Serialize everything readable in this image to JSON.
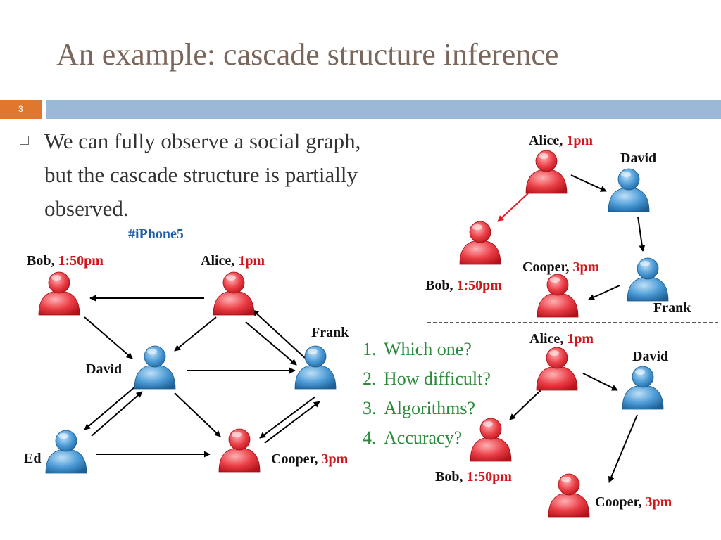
{
  "title": "An example: cascade structure inference",
  "slide_number": "3",
  "bullet": "We can fully observe a social graph, but the cascade structure is partially observed.",
  "hashtag": "#iPhone5",
  "questions": [
    {
      "num": "1.",
      "text": "Which one?"
    },
    {
      "num": "2.",
      "text": "How difficult?"
    },
    {
      "num": "3.",
      "text": "Algorithms?"
    },
    {
      "num": "4.",
      "text": "Accuracy?"
    }
  ],
  "divider": "- - - - - - - - - - - - - - - - - - - - - - - - - - - - - - - - - - - -",
  "colors": {
    "infected": "#e8323a",
    "uninfected": "#3f93d1",
    "time": "#d0161c",
    "red_arrow": "#e01b24",
    "question_text": "#2a8a3a",
    "hashtag": "#1d5ea8"
  },
  "graph": {
    "nodes": [
      {
        "id": "bob",
        "name": "Bob,",
        "time": "1:50pm",
        "infected": true
      },
      {
        "id": "alice",
        "name": "Alice,",
        "time": "1pm",
        "infected": true
      },
      {
        "id": "david",
        "name": "David",
        "time": "",
        "infected": false
      },
      {
        "id": "frank",
        "name": "Frank",
        "time": "",
        "infected": false
      },
      {
        "id": "ed",
        "name": "Ed",
        "time": "",
        "infected": false
      },
      {
        "id": "cooper",
        "name": "Cooper,",
        "time": "3pm",
        "infected": true
      }
    ],
    "edges": [
      {
        "from": "alice",
        "to": "bob"
      },
      {
        "from": "bob",
        "to": "david"
      },
      {
        "from": "alice",
        "to": "david"
      },
      {
        "from": "alice",
        "to": "frank"
      },
      {
        "from": "frank",
        "to": "alice"
      },
      {
        "from": "david",
        "to": "frank"
      },
      {
        "from": "david",
        "to": "ed"
      },
      {
        "from": "ed",
        "to": "david"
      },
      {
        "from": "david",
        "to": "cooper"
      },
      {
        "from": "ed",
        "to": "cooper"
      },
      {
        "from": "frank",
        "to": "cooper"
      },
      {
        "from": "cooper",
        "to": "frank"
      }
    ]
  },
  "cascade_top": {
    "nodes": [
      {
        "id": "alice",
        "name": "Alice,",
        "time": "1pm",
        "infected": true
      },
      {
        "id": "david",
        "name": "David",
        "time": "",
        "infected": false
      },
      {
        "id": "bob",
        "name": "Bob,",
        "time": "1:50pm",
        "infected": true
      },
      {
        "id": "cooper",
        "name": "Cooper,",
        "time": "3pm",
        "infected": true
      },
      {
        "id": "frank",
        "name": "Frank",
        "time": "",
        "infected": false
      }
    ],
    "edges": [
      {
        "from": "alice",
        "to": "david",
        "highlight": false
      },
      {
        "from": "alice",
        "to": "bob",
        "highlight": true
      },
      {
        "from": "david",
        "to": "frank",
        "highlight": false
      },
      {
        "from": "frank",
        "to": "cooper",
        "highlight": false
      }
    ]
  },
  "cascade_bottom": {
    "nodes": [
      {
        "id": "alice",
        "name": "Alice,",
        "time": "1pm",
        "infected": true
      },
      {
        "id": "david",
        "name": "David",
        "time": "",
        "infected": false
      },
      {
        "id": "bob",
        "name": "Bob,",
        "time": "1:50pm",
        "infected": true
      },
      {
        "id": "cooper",
        "name": "Cooper,",
        "time": "3pm",
        "infected": true
      }
    ],
    "edges": [
      {
        "from": "alice",
        "to": "david",
        "highlight": false
      },
      {
        "from": "alice",
        "to": "bob",
        "highlight": false
      },
      {
        "from": "david",
        "to": "cooper",
        "highlight": false
      }
    ]
  }
}
